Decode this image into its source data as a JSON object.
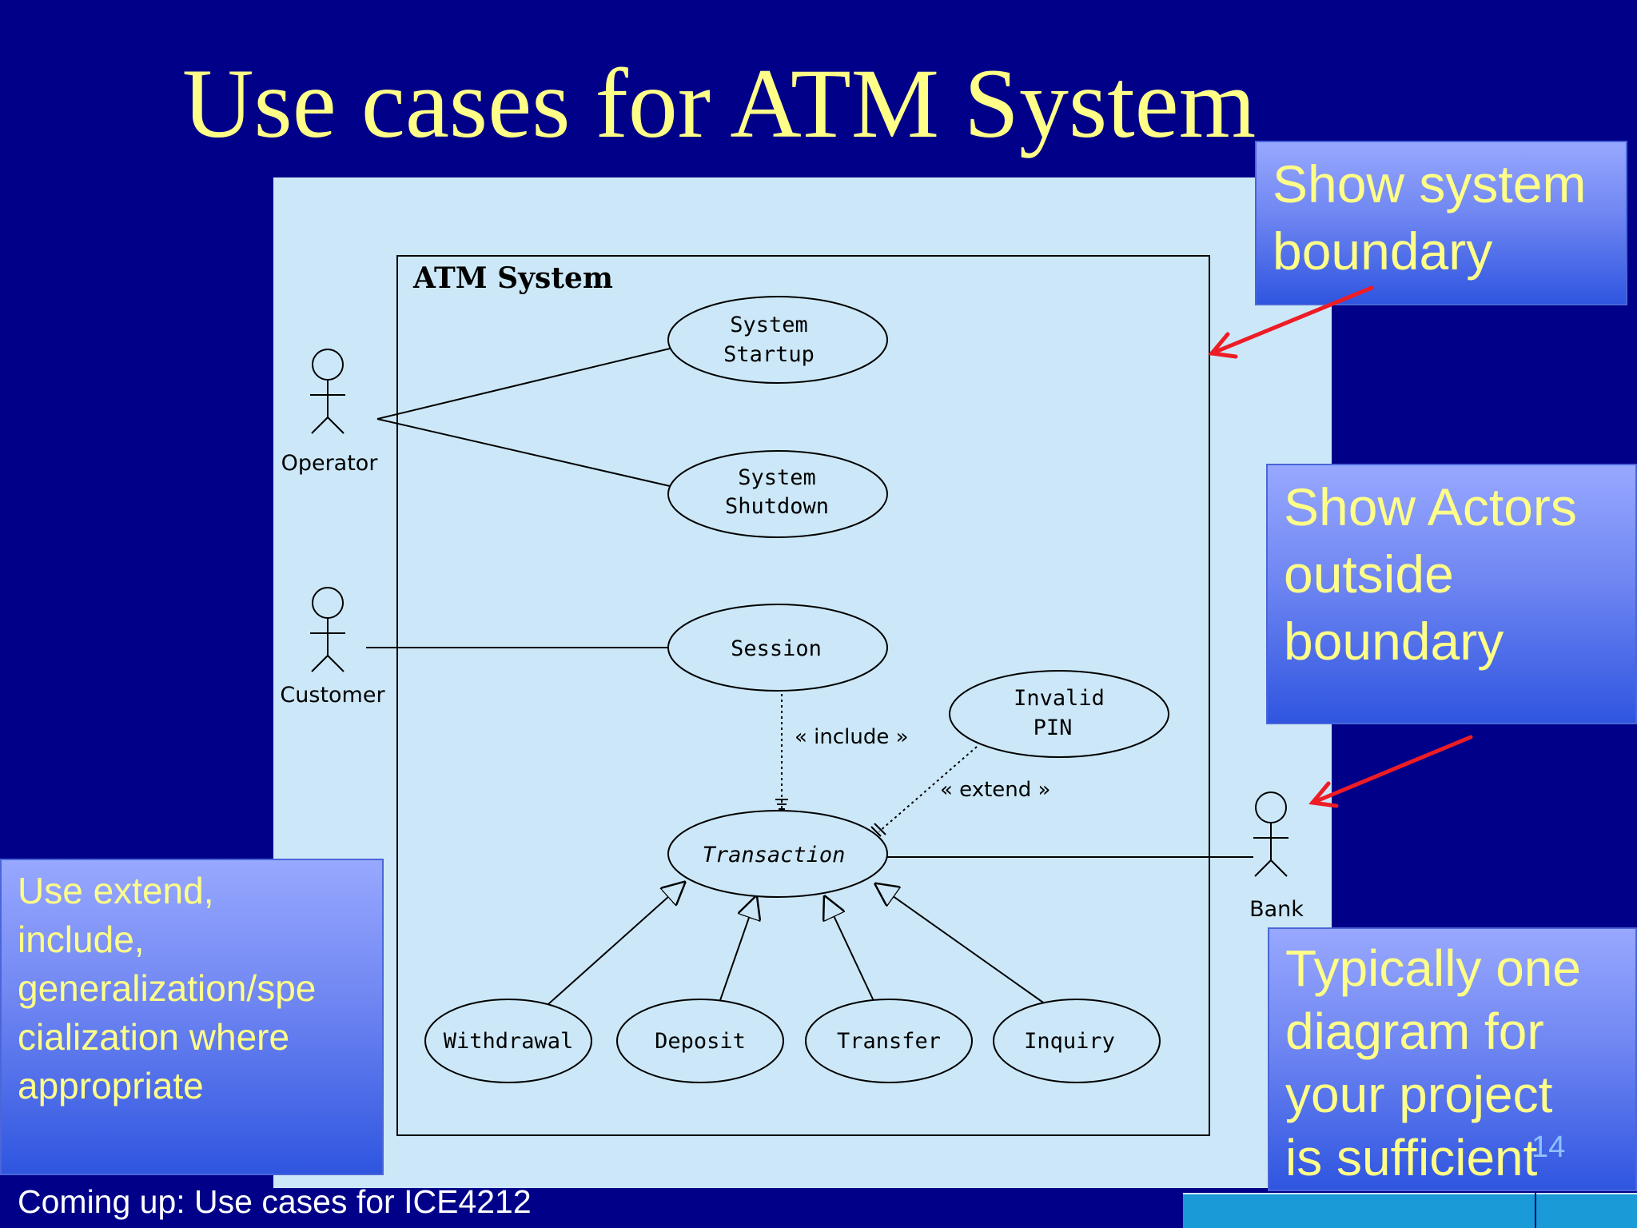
{
  "slide": {
    "title": "Use cases for ATM System",
    "footer": "Coming up: Use cases for ICE4212",
    "page_number": "14"
  },
  "diagram": {
    "system_name": "ATM System",
    "actors": {
      "operator": "Operator",
      "customer": "Customer",
      "bank": "Bank"
    },
    "use_cases": {
      "startup": [
        "System",
        "Startup"
      ],
      "shutdown": [
        "System",
        "Shutdown"
      ],
      "session": "Session",
      "invalid_pin": [
        "Invalid",
        "PIN"
      ],
      "transaction": "Transaction",
      "withdrawal": "Withdrawal",
      "deposit": "Deposit",
      "transfer": "Transfer",
      "inquiry": "Inquiry"
    },
    "relations": {
      "include": "« include »",
      "extend": "« extend »"
    }
  },
  "callouts": {
    "boundary": [
      "Show system",
      "boundary"
    ],
    "actors": [
      "Show Actors",
      "outside",
      "boundary"
    ],
    "relationships": [
      "Use extend,",
      "include,",
      "generalization/spe",
      "cialization where",
      "appropriate"
    ],
    "one_diagram": [
      "Typically one",
      "diagram for",
      "your project",
      "is sufficient"
    ]
  },
  "colors": {
    "background": "#000088",
    "title": "#ffff88",
    "panel": "#cce8f8",
    "arrow": "#ee1c25"
  }
}
